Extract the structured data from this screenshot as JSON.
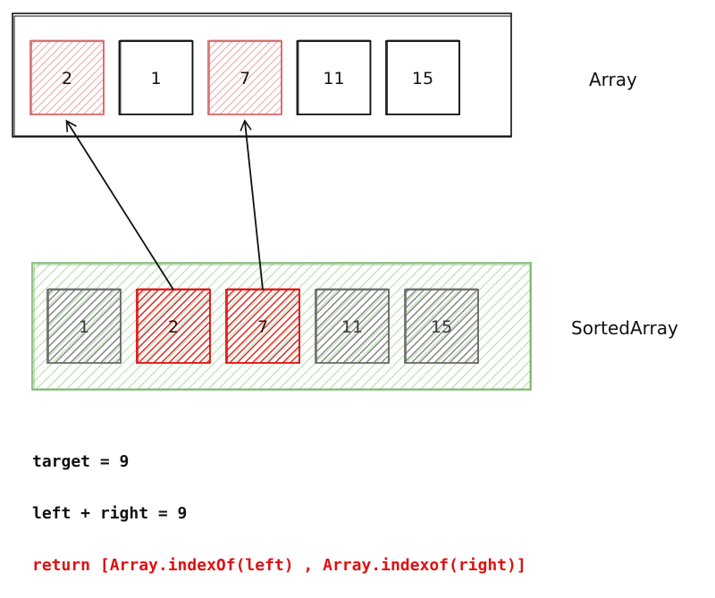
{
  "colors": {
    "ink": "#111111",
    "red": "#e01010",
    "light_red": "#d86a6a",
    "gray": "#6b6b6b",
    "green": "#78b46a",
    "green_hatch": "#bfe0b5"
  },
  "array": {
    "label": "Array",
    "items": [
      {
        "value": "2",
        "highlight": true
      },
      {
        "value": "1",
        "highlight": false
      },
      {
        "value": "7",
        "highlight": true
      },
      {
        "value": "11",
        "highlight": false
      },
      {
        "value": "15",
        "highlight": false
      }
    ]
  },
  "sorted_array": {
    "label": "SortedArray",
    "items": [
      {
        "value": "1",
        "highlight": false
      },
      {
        "value": "2",
        "highlight": true
      },
      {
        "value": "7",
        "highlight": true
      },
      {
        "value": "11",
        "highlight": false
      },
      {
        "value": "15",
        "highlight": false
      }
    ]
  },
  "arrows": [
    {
      "from_sorted_index": 1,
      "to_array_index": 0
    },
    {
      "from_sorted_index": 2,
      "to_array_index": 2
    }
  ],
  "code": {
    "target": "target = 9",
    "sum": "left + right = 9",
    "return_line": "return [Array.indexOf(left) , Array.indexof(right)]"
  }
}
